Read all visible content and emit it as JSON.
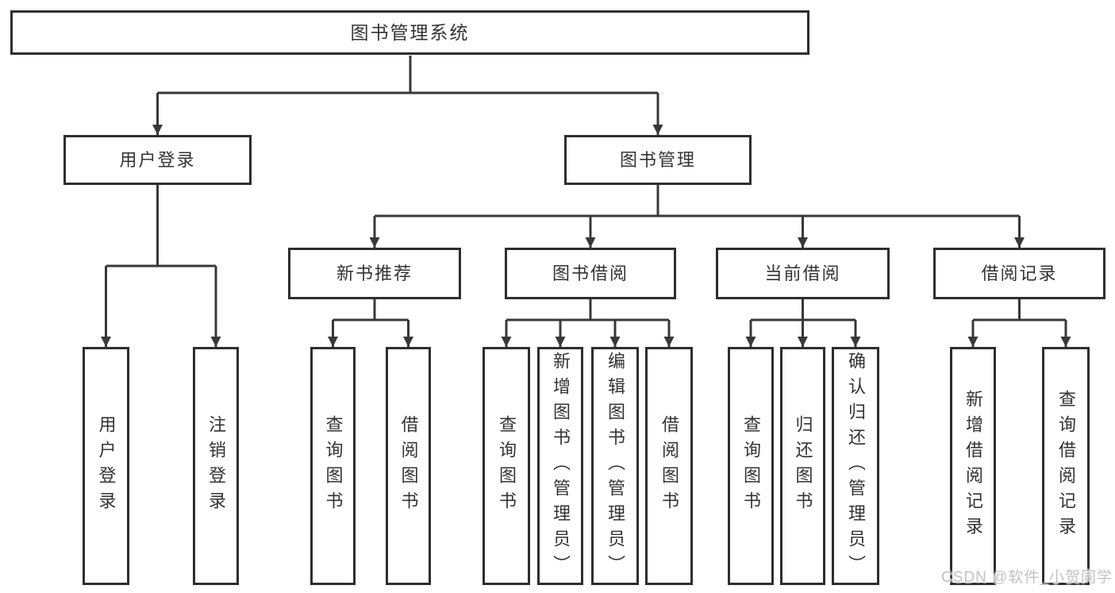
{
  "colors": {
    "background": "#ffffff",
    "line": "#383838",
    "box_border": "#2e2e2e",
    "text": "#333333",
    "watermark": "#c2c2c2"
  },
  "tree": {
    "root": {
      "label": "图书管理系统",
      "children": [
        {
          "label": "用户登录",
          "children": [
            {
              "label": "用户登录"
            },
            {
              "label": "注销登录"
            }
          ]
        },
        {
          "label": "图书管理",
          "children": [
            {
              "label": "新书推荐",
              "children": [
                {
                  "label": "查询图书"
                },
                {
                  "label": "借阅图书"
                }
              ]
            },
            {
              "label": "图书借阅",
              "children": [
                {
                  "label": "查询图书"
                },
                {
                  "label": "新增图书（管理员）"
                },
                {
                  "label": "编辑图书（管理员）"
                },
                {
                  "label": "借阅图书"
                }
              ]
            },
            {
              "label": "当前借阅",
              "children": [
                {
                  "label": "查询图书"
                },
                {
                  "label": "归还图书"
                },
                {
                  "label": "确认归还（管理员）"
                }
              ]
            },
            {
              "label": "借阅记录",
              "children": [
                {
                  "label": "新增借阅记录"
                },
                {
                  "label": "查询借阅记录"
                }
              ]
            }
          ]
        }
      ]
    }
  },
  "watermark": {
    "text": "CSDN @软件_小贺同学"
  }
}
